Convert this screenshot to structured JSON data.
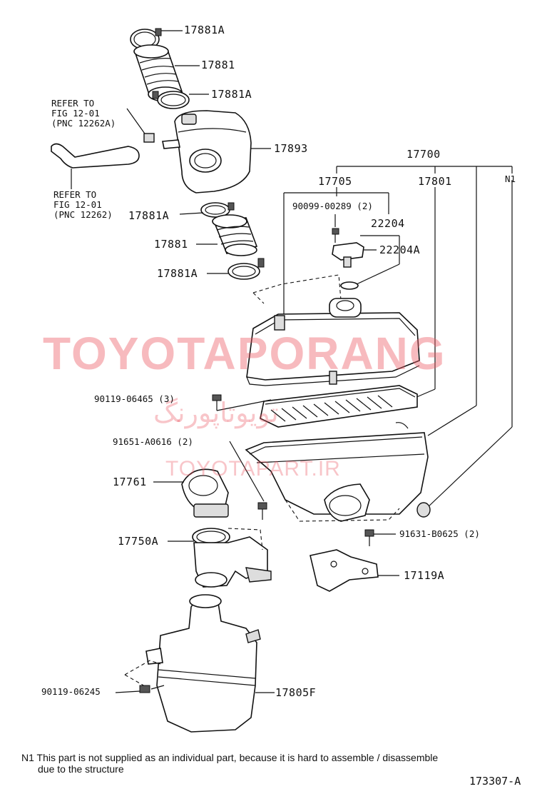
{
  "labels": {
    "clamp_top": "17881A",
    "hose_top": "17881",
    "clamp_top2": "17881A",
    "resonator": "17893",
    "clamp_mid": "17881A",
    "hose_mid": "17881",
    "clamp_mid2": "17881A",
    "assembly": "17700",
    "cap_sub": "17705",
    "element": "17801",
    "n1": "N1",
    "bolt_top": "90099-00289 (2)",
    "sensor": "22204",
    "oring": "22204A",
    "bolt_a": "90119-06465 (3)",
    "bolt_b": "91651-A0616 (2)",
    "inlet_duct": "17761",
    "inlet_duct2": "17750A",
    "bolt_c": "91631-B0625 (2)",
    "bracket": "17119A",
    "bolt_d": "90119-06245",
    "lower_resonator": "17805F"
  },
  "refer_top": "REFER TO\nFIG 12-01\n(PNC 12262A)",
  "refer_bottom": "REFER TO\nFIG 12-01\n(PNC 12262)",
  "watermark": {
    "main": "TOYOTAPORANG",
    "arabic": "تویوتاپورنگ",
    "sub": "TOYOTAPART.IR"
  },
  "note_line1": "N1  This part is not supplied as an individual part, because it is hard to assemble / disassemble",
  "note_line2": "due to the structure",
  "figure_code": "173307-A"
}
